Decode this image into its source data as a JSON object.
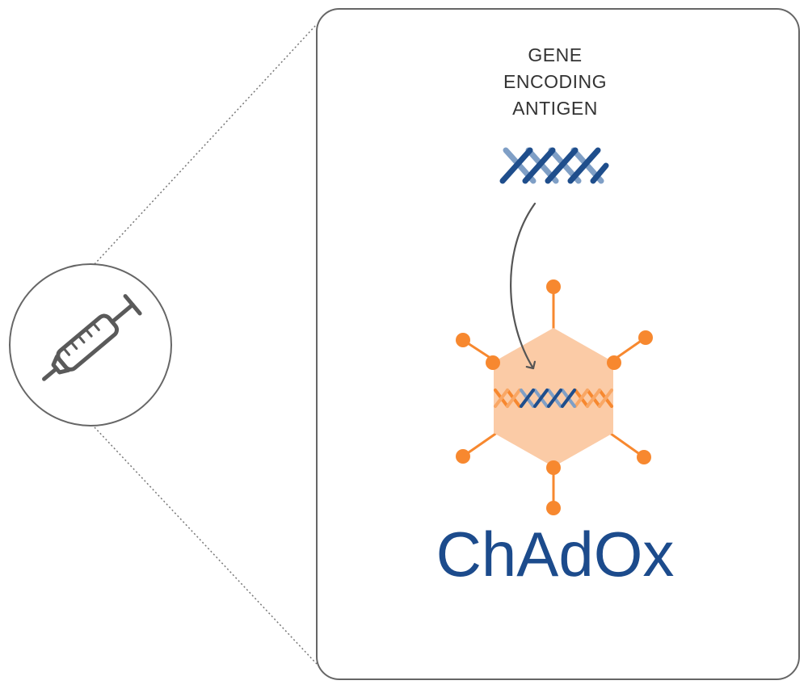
{
  "gene_label": {
    "lines": [
      "GENE",
      "ENCODING",
      "ANTIGEN"
    ]
  },
  "vector_name": "ChAdOx",
  "icons": {
    "syringe": "syringe-icon",
    "dna_free": "dna-strand-icon",
    "dna_inserted": "dna-strand-icon",
    "virus": "adenovirus-icon",
    "arrow": "curved-arrow-icon"
  },
  "colors": {
    "outline": "#666666",
    "text_dark": "#333333",
    "dna_dark": "#1f4e8c",
    "dna_light": "#7f9fc6",
    "orange": "#f7882f",
    "orange_light": "#fbcba6",
    "title_blue": "#1c4b8c"
  }
}
